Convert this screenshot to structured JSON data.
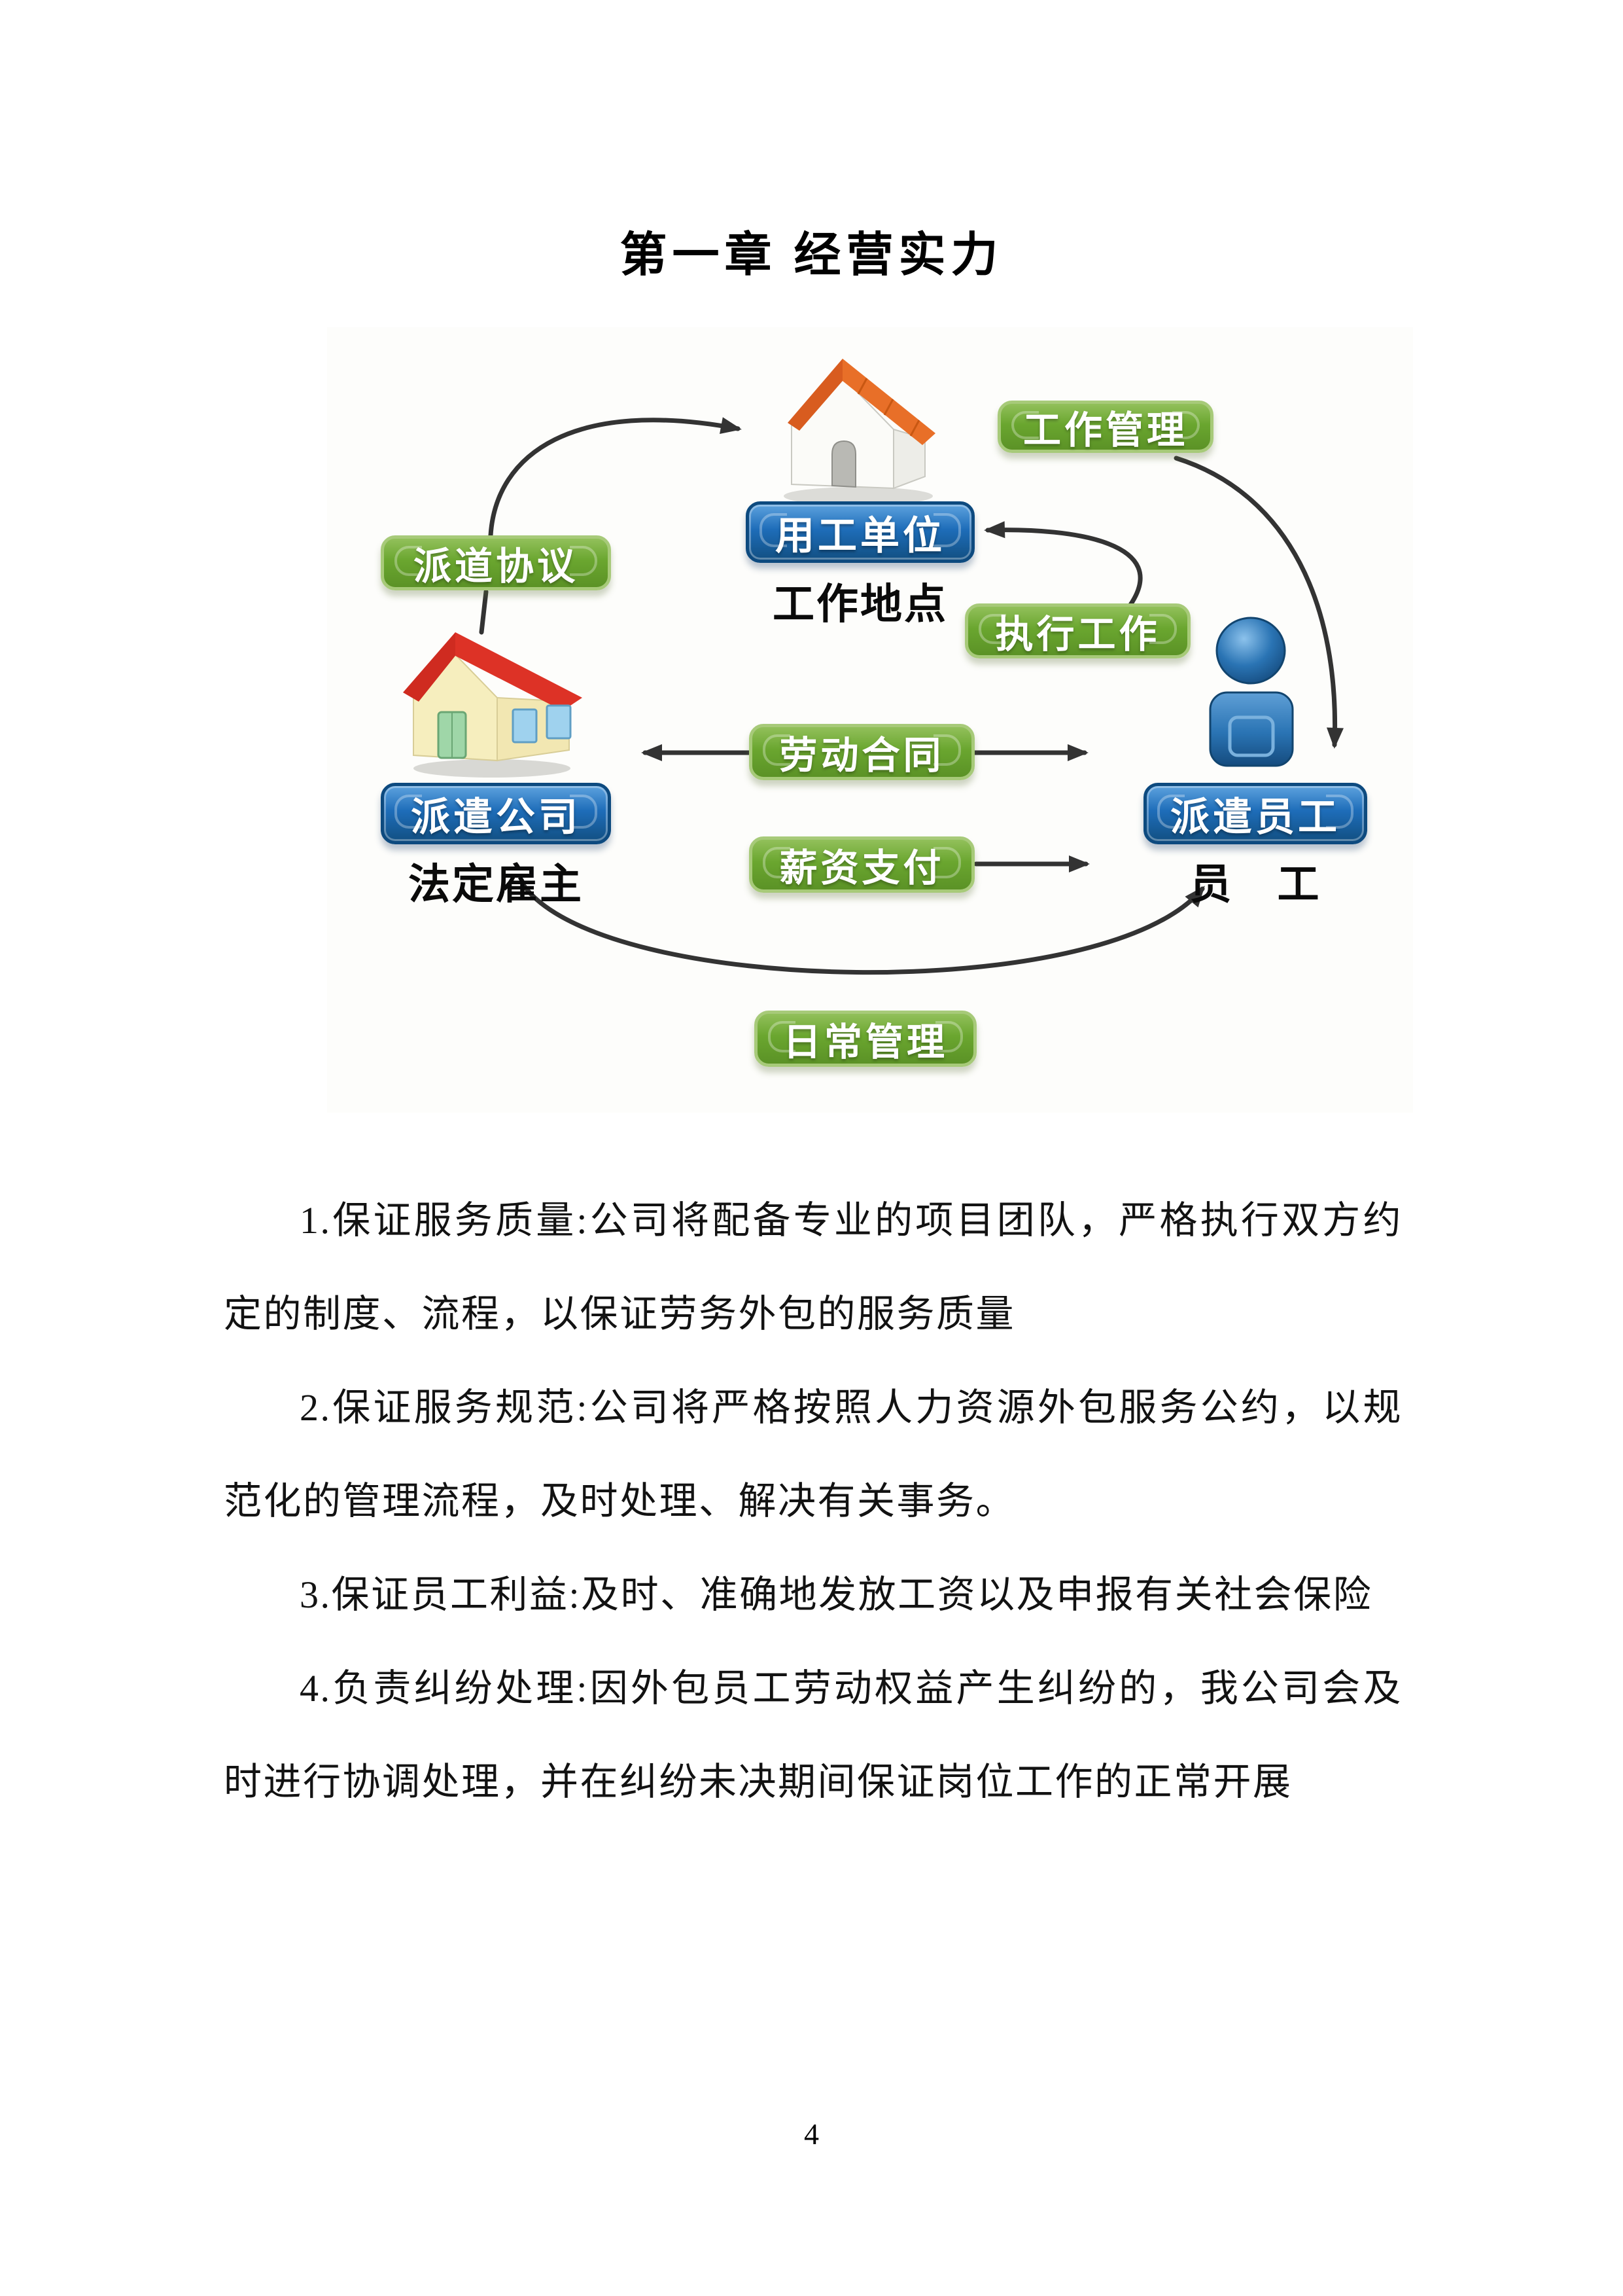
{
  "page": {
    "title": "第一章 经营实力",
    "page_number": "4"
  },
  "colors": {
    "green_label": "#6aa62f",
    "blue_label": "#1e6db9",
    "arrow": "#333333",
    "roof_orange": "#e86f28",
    "roof_red": "#dd3226",
    "wall_white": "#fbfbf8",
    "wall_cream": "#f6eebe",
    "door_green": "#9fd6a8",
    "window_blue": "#9fd2ee",
    "person_blue": "#2a74b4"
  },
  "diagram": {
    "nodes": [
      {
        "id": "employing-unit",
        "icon": "house-icon",
        "pill": "用工单位",
        "caption": "工作地点"
      },
      {
        "id": "dispatch-company",
        "icon": "house-icon",
        "pill": "派遣公司",
        "caption": "法定雇主"
      },
      {
        "id": "dispatched-employee",
        "icon": "person-icon",
        "pill": "派遣员工",
        "caption": "员　工"
      }
    ],
    "edges": [
      {
        "id": "dispatch-agreement",
        "label": "派道协议"
      },
      {
        "id": "work-management",
        "label": "工作管理"
      },
      {
        "id": "execute-work",
        "label": "执行工作"
      },
      {
        "id": "labor-contract",
        "label": "劳动合同"
      },
      {
        "id": "salary-payment",
        "label": "薪资支付"
      },
      {
        "id": "daily-management",
        "label": "日常管理"
      }
    ]
  },
  "body": {
    "paragraphs": [
      "1.保证服务质量:公司将配备专业的项目团队，严格执行双方约定的制度、流程，以保证劳务外包的服务质量",
      "2.保证服务规范:公司将严格按照人力资源外包服务公约，以规范化的管理流程，及时处理、解决有关事务。",
      "3.保证员工利益:及时、准确地发放工资以及申报有关社会保险",
      "4.负责纠纷处理:因外包员工劳动权益产生纠纷的，我公司会及时进行协调处理，并在纠纷未决期间保证岗位工作的正常开展"
    ]
  }
}
